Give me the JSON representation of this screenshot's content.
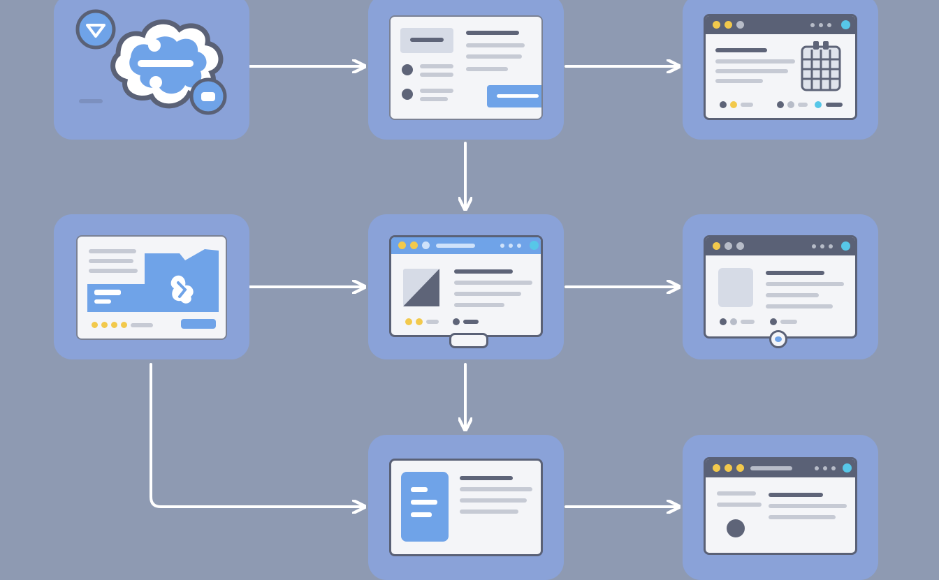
{
  "colors": {
    "background": "#8e9ab2",
    "tile": "#8aa2d8",
    "card": "#f4f5f8",
    "card_border": "#5a6176",
    "window_bar_dark": "#5a6176",
    "window_bar_blue": "#6fa3e8",
    "accent_blue": "#6fa3e8",
    "line_grey": "#c6cad4",
    "dark_grey": "#5e6478",
    "dot_yellow": "#f2c94c",
    "dot_grey": "#b7bcc8",
    "dot_cyan": "#57c7e8",
    "arrow": "#ffffff"
  },
  "nodes": [
    {
      "id": "integration-logo",
      "icon": "puzzle-integration-icon",
      "row": 1,
      "col": 1
    },
    {
      "id": "form-screen",
      "icon": "form-icon",
      "row": 1,
      "col": 2
    },
    {
      "id": "calendar-window",
      "icon": "calendar-icon",
      "row": 1,
      "col": 3
    },
    {
      "id": "map-card",
      "icon": "map-icon",
      "row": 2,
      "col": 1
    },
    {
      "id": "browser-window",
      "icon": "image-icon",
      "row": 2,
      "col": 2
    },
    {
      "id": "profile-window",
      "icon": "profile-icon",
      "row": 2,
      "col": 3
    },
    {
      "id": "document-card",
      "icon": "document-icon",
      "row": 3,
      "col": 2
    },
    {
      "id": "final-window",
      "icon": "window-icon",
      "row": 3,
      "col": 3
    }
  ],
  "connections": [
    {
      "from": "integration-logo",
      "to": "form-screen"
    },
    {
      "from": "form-screen",
      "to": "calendar-window"
    },
    {
      "from": "form-screen",
      "to": "browser-window"
    },
    {
      "from": "map-card",
      "to": "browser-window"
    },
    {
      "from": "browser-window",
      "to": "profile-window"
    },
    {
      "from": "browser-window",
      "to": "document-card"
    },
    {
      "from": "map-card",
      "to": "document-card"
    },
    {
      "from": "document-card",
      "to": "final-window"
    }
  ]
}
